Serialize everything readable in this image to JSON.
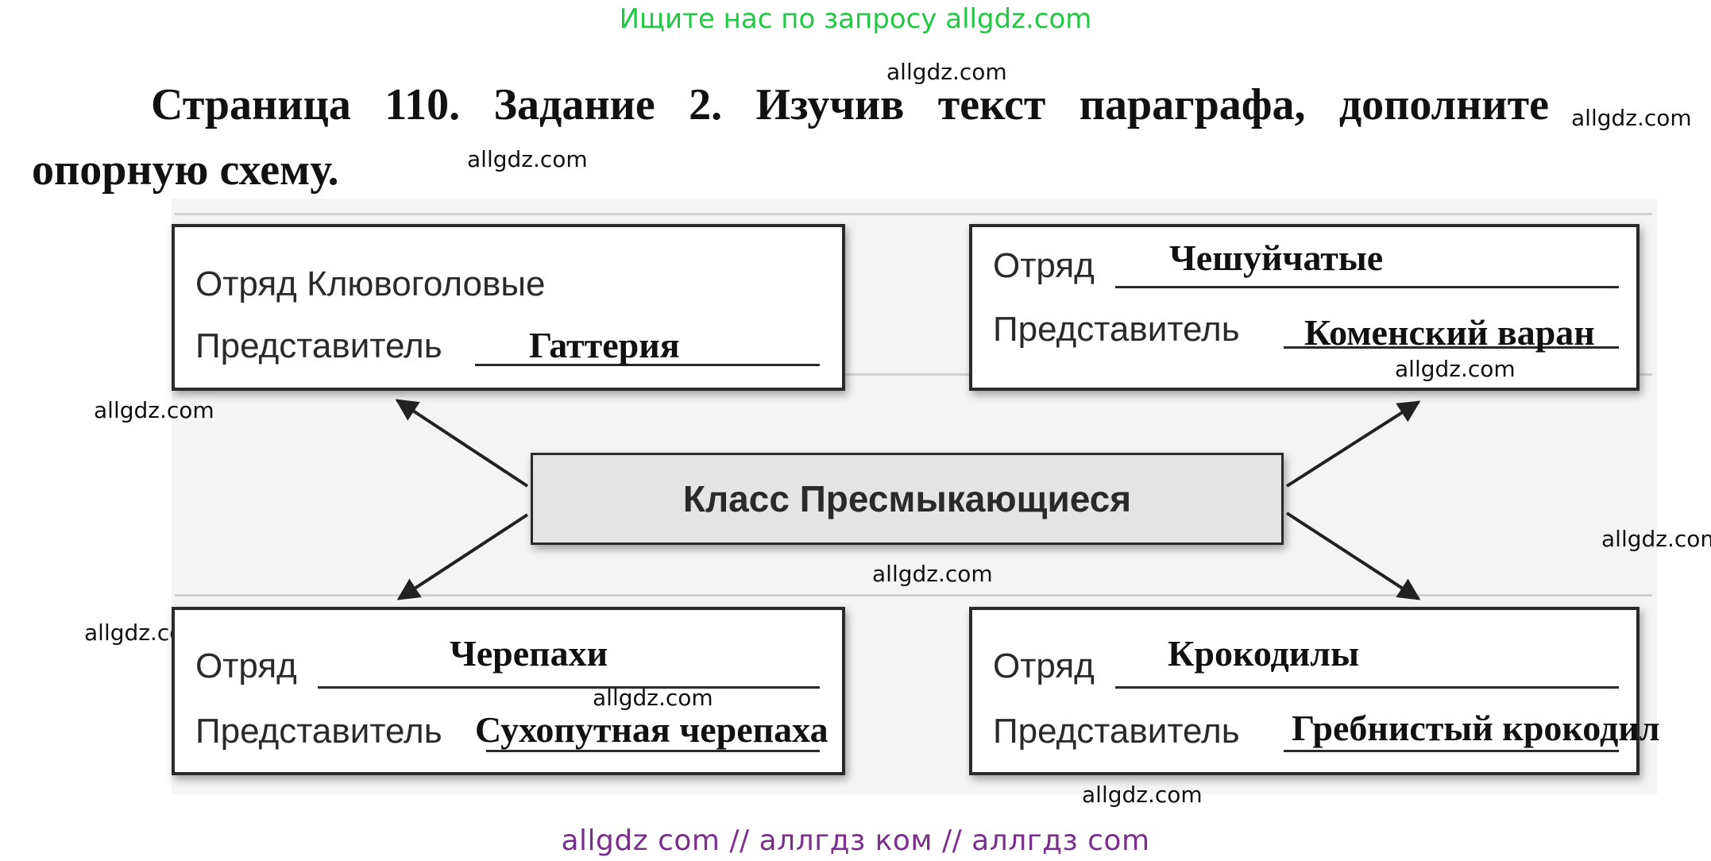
{
  "banner": {
    "top": "Ищите нас по запросу allgdz.com",
    "bottom": "allgdz com  //  аллгдз ком  //  аллгдз com"
  },
  "watermark": "allgdz.com",
  "heading": {
    "line1": "Страница 110. Задание 2. Изучив текст параграфа, дополните",
    "line2": "опорную схему."
  },
  "diagram": {
    "center": "Класс Пресмыкающиеся",
    "order_label": "Отряд",
    "rep_label": "Представитель",
    "boxes": {
      "top_left": {
        "order_value": "Клювоголовые",
        "representative": "Гаттерия"
      },
      "top_right": {
        "order_value": "Чешуйчатые",
        "representative": "Коменский варан"
      },
      "bottom_left": {
        "order_value": "Черепахи",
        "representative": "Сухопутная черепаха"
      },
      "bottom_right": {
        "order_value": "Крокодилы",
        "representative": "Гребнистый крокодил"
      }
    }
  },
  "colors": {
    "banner_top": "#22c744",
    "banner_bottom": "#7a2f8c",
    "line": "#2a2a2a",
    "center_fill": "#e4e4e4"
  }
}
